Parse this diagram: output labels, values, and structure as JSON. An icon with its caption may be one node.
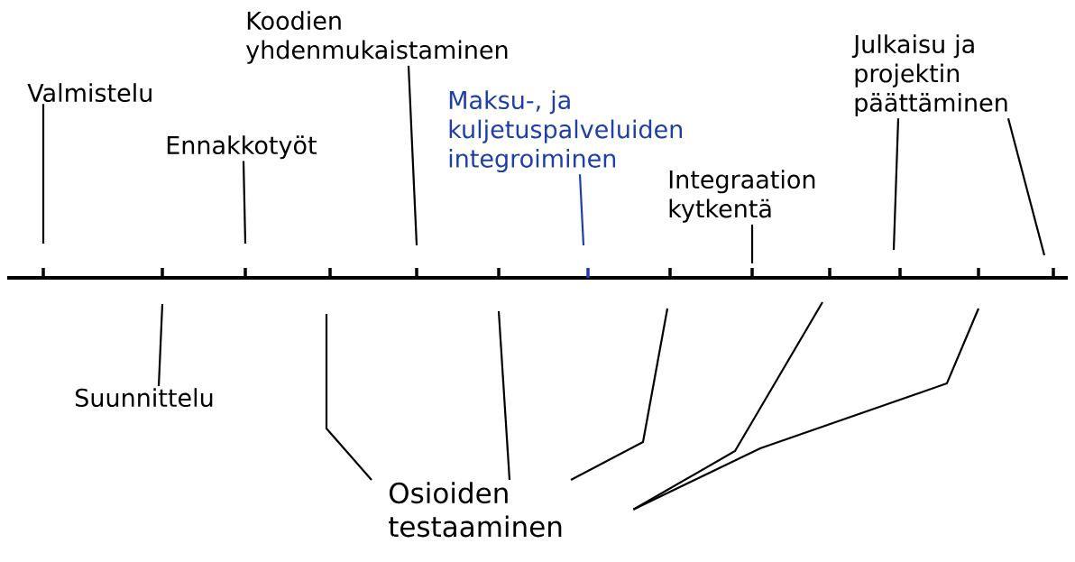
{
  "diagram": {
    "nodes": [
      {
        "text": [
          "Valmistelu"
        ]
      },
      {
        "text": [
          "Suunnittelu"
        ]
      },
      {
        "text": [
          "Ennakkotyöt"
        ]
      },
      {
        "text": [
          "Koodien yhdenmukaistaminen"
        ]
      },
      {
        "text": [
          "Maksu-, ja kuljetuspalveluiden integroiminen"
        ]
      },
      {
        "text": [
          "Integraation kytkentä"
        ]
      },
      {
        "text": [
          "Julkaisu ja projektin päättäminen"
        ]
      },
      {
        "text": [
          "Osioiden testaaminen"
        ]
      }
    ],
    "edges": [
      {
        "from": 0,
        "to": null,
        "arrow": "none"
      },
      {
        "from": 1,
        "to": null,
        "arrow": "none"
      },
      {
        "from": 2,
        "to": null,
        "arrow": "none"
      },
      {
        "from": 3,
        "to": null,
        "arrow": "none"
      },
      {
        "from": 4,
        "to": null,
        "arrow": "none",
        "color": "#1f3fa8"
      },
      {
        "from": 5,
        "to": null,
        "arrow": "none"
      },
      {
        "from": 6,
        "to": null,
        "arrow": "none"
      },
      {
        "from": 6,
        "to": null,
        "arrow": "none"
      },
      {
        "from": 7,
        "to": null,
        "arrow": "none"
      },
      {
        "from": 7,
        "to": null,
        "arrow": "none"
      },
      {
        "from": 7,
        "to": null,
        "arrow": "none"
      },
      {
        "from": 7,
        "to": null,
        "arrow": "none"
      },
      {
        "from": 7,
        "to": null,
        "arrow": "none"
      }
    ]
  }
}
